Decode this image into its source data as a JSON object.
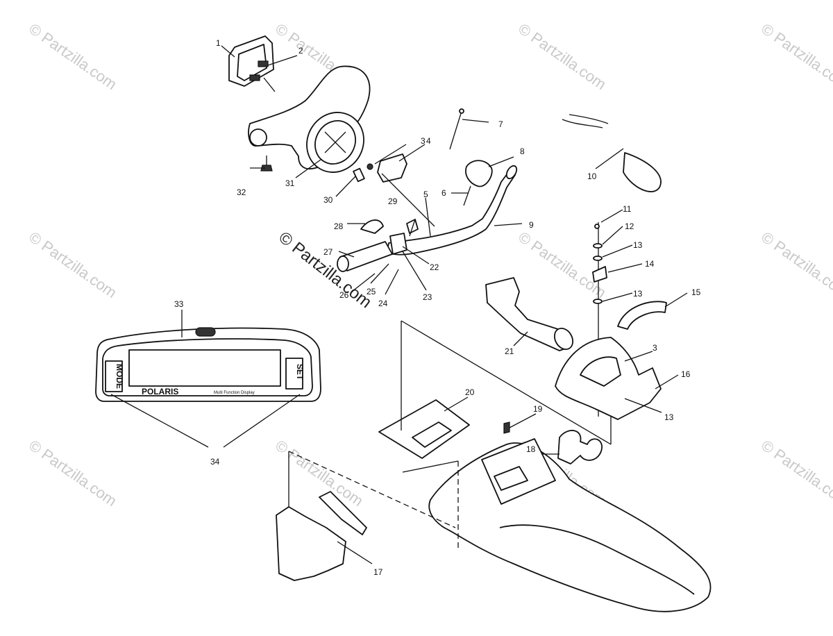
{
  "watermark": {
    "text": "© Partzilla.com",
    "center_text": "© Partzilla.com"
  },
  "display": {
    "brand": "POLARIS",
    "subtitle": "Multi Function Display",
    "left_button": "MODE",
    "right_button": "SET"
  },
  "callouts": [
    "1",
    "2",
    "3",
    "4",
    "5",
    "6",
    "7",
    "8",
    "9",
    "10",
    "11",
    "12",
    "13",
    "14",
    "15",
    "3",
    "16",
    "13",
    "13",
    "17",
    "18",
    "19",
    "20",
    "21",
    "22",
    "23",
    "24",
    "25",
    "26",
    "27",
    "28",
    "29",
    "30",
    "31",
    "32",
    "33",
    "34"
  ]
}
